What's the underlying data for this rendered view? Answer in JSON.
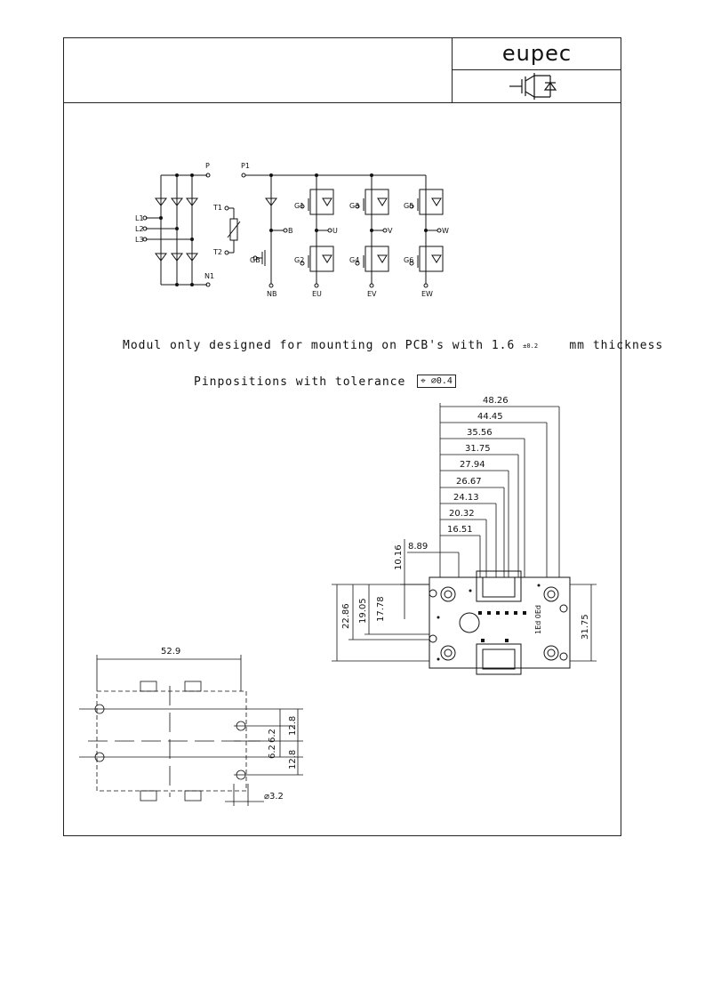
{
  "header": {
    "brand": "eupec",
    "symbol_icon": "igbt-with-diode-icon"
  },
  "schematic": {
    "terminals": {
      "P": "P",
      "P1": "P1",
      "L1": "L1",
      "L2": "L2",
      "L3": "L3",
      "N1": "N1",
      "T1": "T1",
      "T2": "T2",
      "B": "B",
      "GB": "GB",
      "NB": "NB",
      "G1": "G1",
      "G2": "G2",
      "G3": "G3",
      "G4": "G4",
      "G5": "G5",
      "G6": "G6",
      "U": "U",
      "V": "V",
      "W": "W",
      "EU": "EU",
      "EV": "EV",
      "EW": "EW"
    }
  },
  "notes": {
    "mounting_prefix": "Modul only designed for mounting on PCB's with 1.6",
    "mounting_tolerance": "±0.2",
    "mounting_suffix": "mm thickness",
    "pinpositions": "Pinpositions with tolerance",
    "tolerance_value": "⌀0.4"
  },
  "dimensions": {
    "horizontal": [
      "48.26",
      "44.45",
      "35.56",
      "31.75",
      "27.94",
      "26.67",
      "24.13",
      "20.32",
      "16.51",
      "8.89"
    ],
    "vertical_left": [
      "10.16",
      "22.86",
      "19.05",
      "17.78"
    ],
    "vertical_right": "31.75",
    "hole_pattern": {
      "width": "52.9",
      "pitch_a": "12.8",
      "pitch_b": "12.8",
      "offset_a": "6.2",
      "offset_b": "6.2",
      "hole_diameter": "⌀3.2"
    }
  },
  "part_marking": "1Ed  0Ed"
}
